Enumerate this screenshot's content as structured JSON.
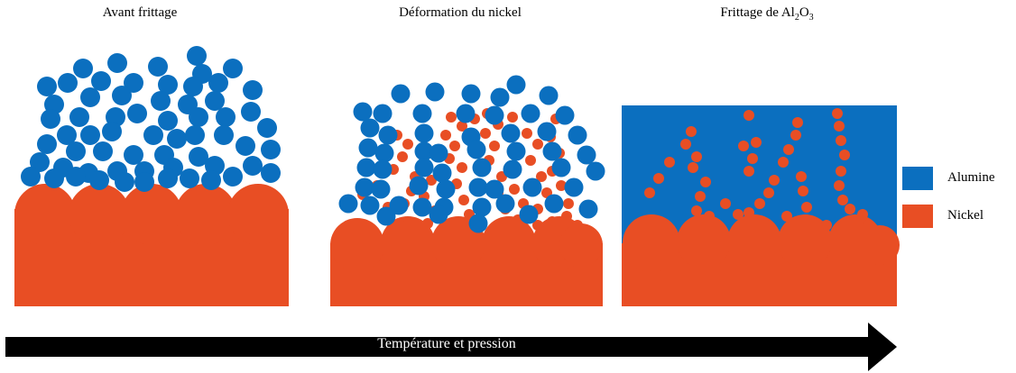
{
  "stages": [
    {
      "title": "Avant  frittage"
    },
    {
      "title": "Déformation  du nickel"
    },
    {
      "title_prefix": "Frittage  de Al",
      "title_sub1": "2",
      "title_mid": "O",
      "title_sub2": "3"
    }
  ],
  "legend": [
    {
      "label": "Alumine",
      "color": "#0b6fbf"
    },
    {
      "label": "Nickel",
      "color": "#e84e24"
    }
  ],
  "arrow": {
    "label": "Température  et pression",
    "color": "#000000"
  }
}
